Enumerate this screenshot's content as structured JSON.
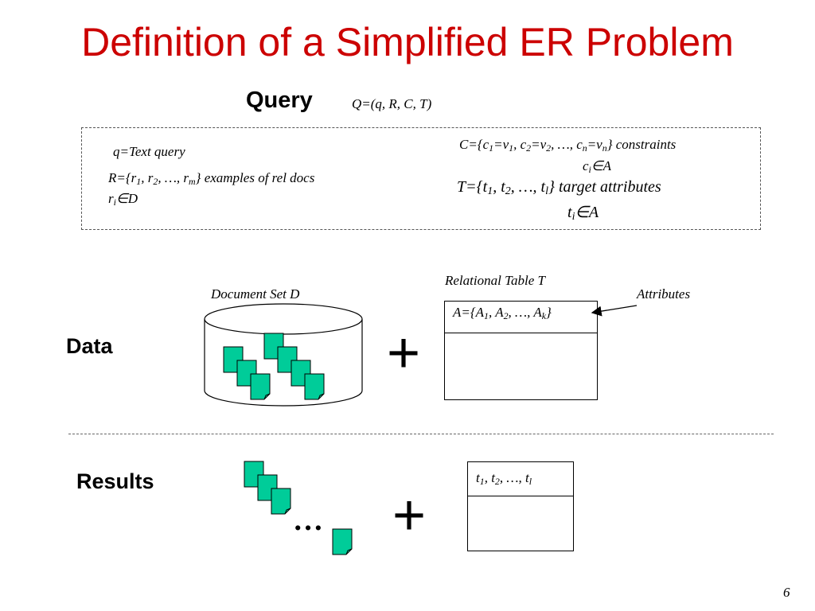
{
  "title": "Definition of a Simplified ER Problem",
  "query": {
    "label": "Query",
    "formula": "Q=(q, R, C,  T)"
  },
  "definitions": {
    "q_text": "q=Text query",
    "r_parts": [
      "R={r",
      "1",
      ", r",
      "2",
      ", …, r",
      "m",
      "} examples of rel docs"
    ],
    "r_member": [
      "r",
      "i",
      "∈D"
    ],
    "c_parts": [
      "C={c",
      "1",
      "=v",
      "1",
      ", c",
      "2",
      "=v",
      "2",
      ", …, c",
      "n",
      "=v",
      "n",
      "} constraints"
    ],
    "c_member": [
      "c",
      "i",
      "∈A"
    ],
    "t_parts": [
      "T={t",
      "1",
      ", t",
      "2",
      ", …, t",
      "l",
      "} target attributes"
    ],
    "t_member": [
      "t",
      "i",
      "∈A"
    ]
  },
  "data_section": {
    "label": "Data",
    "document_set_label": "Document Set D",
    "relational_table_label": "Relational Table T",
    "attributes_label": "Attributes",
    "table_header_parts": [
      "A={A",
      "1",
      ", A",
      "2",
      ", …, A",
      "k",
      "}"
    ],
    "plus": "+"
  },
  "results_section": {
    "label": "Results",
    "ellipsis": "…",
    "table_header_parts": [
      "t",
      "1",
      ", t",
      "2",
      ", …, t",
      "l"
    ],
    "plus": "+"
  },
  "page_number": "6",
  "colors": {
    "title": "#cc0000",
    "doc_fill": "#00cc99",
    "doc_stroke": "#000000"
  }
}
